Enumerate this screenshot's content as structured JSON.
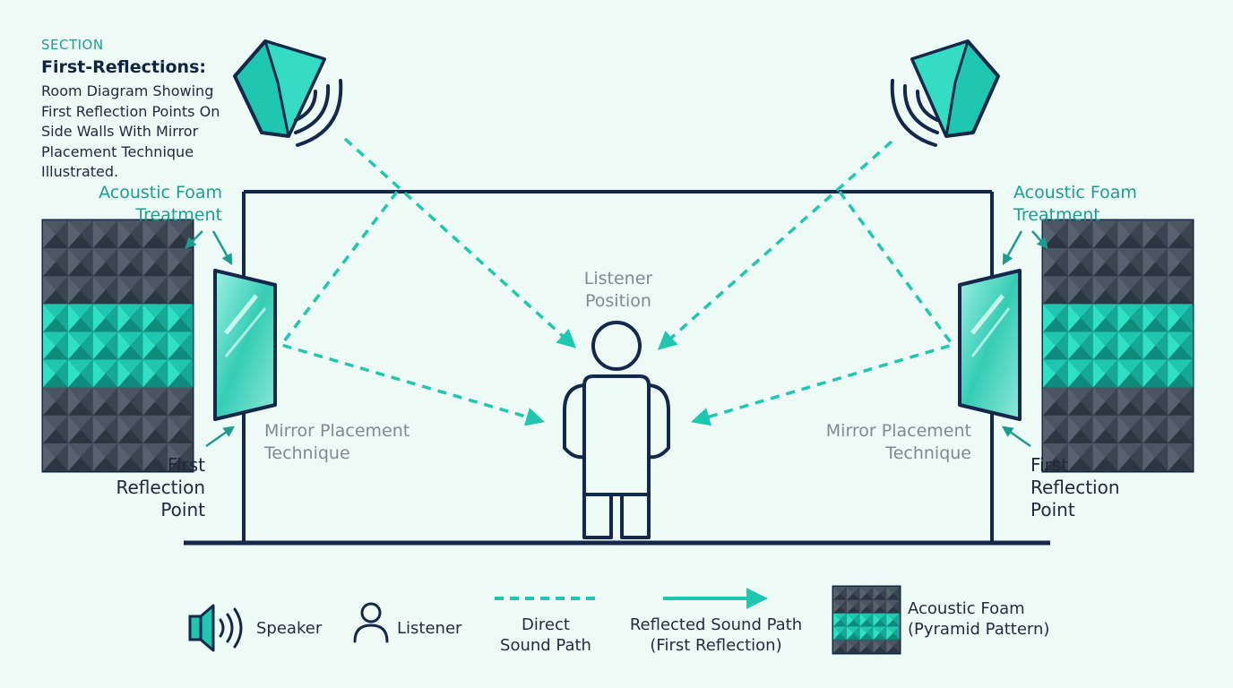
{
  "header": {
    "section_label": "SECTION",
    "title": "First-Reflections:",
    "description": "Room Diagram Showing First Reflection Points On Side Walls With Mirror Placement Technique Illustrated."
  },
  "labels": {
    "foam_left": "Acoustic Foam\nTreatment",
    "foam_right": "Acoustic Foam\nTreatment",
    "listener_position": "Listener\nPosition",
    "mirror_left": "Mirror Placement\nTechnique",
    "mirror_right": "Mirror Placement\nTechnique",
    "first_reflection_left": "First\nReflection\nPoint",
    "first_reflection_right": "First\nReflection\nPoint"
  },
  "legend": {
    "speaker": "Speaker",
    "listener": "Listener",
    "direct": "Direct\nSound Path",
    "reflected": "Reflected Sound Path\n(First Reflection)",
    "foam": "Acoustic Foam\n(Pyramid Pattern)"
  },
  "icons": {
    "speaker": "speaker-icon",
    "listener": "person-icon",
    "mirror": "mirror-icon",
    "foam": "acoustic-foam-panel-icon"
  },
  "colors": {
    "teal": "#1fc7b0",
    "teal_dark": "#1f9c90",
    "navy": "#13284a",
    "foam_dark": "#3c4752",
    "background": "#eefaf6"
  }
}
